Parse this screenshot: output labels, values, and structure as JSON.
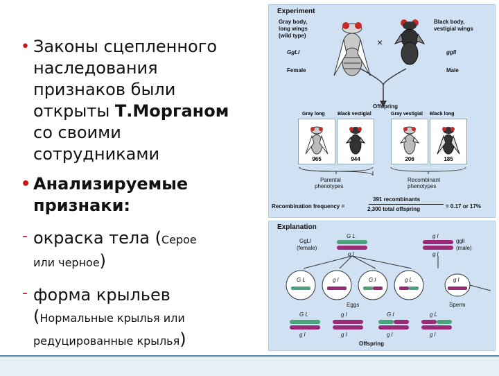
{
  "left": {
    "b1_line1": "Законы сцепленного",
    "b1_line2": "наследования",
    "b1_line3": "признаков были",
    "b1_line4a": "открыты ",
    "b1_line4b": "Т.Морганом",
    "b1_line5": "со своими",
    "b1_line6": "сотрудниками",
    "b2_line1": "Анализируемые",
    "b2_line2": "признаки:",
    "d1_main": "окраска тела (",
    "d1_small1": "Серое",
    "d1_small2": "или черное",
    "d1_close": ")",
    "d2_main": "форма крыльев",
    "d2_open": "(",
    "d2_small1": "Нормальные крылья или",
    "d2_small2": "редуцированные крылья",
    "d2_close": ")"
  },
  "experiment": {
    "title": "Experiment",
    "p1_l1": "Gray body,",
    "p1_l2": "long wings",
    "p1_l3": "(wild type)",
    "p2_l1": "Black body,",
    "p2_l2": "vestigial wings",
    "p1_geno": "GgLl",
    "p2_geno": "ggll",
    "cross": "×",
    "female": "Female",
    "male": "Male",
    "offspring": "Offspring",
    "c1": "Gray long",
    "c2": "Black vestigial",
    "c3": "Gray vestigial",
    "c4": "Black long",
    "n1": "965",
    "n2": "944",
    "n3": "206",
    "n4": "185",
    "parental_l1": "Parental",
    "parental_l2": "phenotypes",
    "recomb_l1": "Recombinant",
    "recomb_l2": "phenotypes",
    "rf_label": "Recombination frequency =",
    "rf_num": "391 recombinants",
    "rf_den": "2,300 total offspring",
    "rf_result": "= 0.17 or 17%"
  },
  "explanation": {
    "title": "Explanation",
    "gl_top": "G L",
    "gl_bot": "g l",
    "female_geno": "GgLl",
    "female_sex": "(female)",
    "male_top": "g l",
    "male_bot": "g l",
    "male_geno": "ggll",
    "male_sex": "(male)",
    "e1": "G L",
    "e2": "g l",
    "e3": "G l",
    "e4": "g L",
    "s1": "g l",
    "eggs": "Eggs",
    "sperm": "Sperm",
    "o1_top": "G L",
    "o1_bot": "g l",
    "o2_top": "g l",
    "o2_bot": "g l",
    "o3_top": "G l",
    "o3_bot": "g l",
    "o4_top": "g L",
    "o4_bot": "g l",
    "offspring": "Offspring"
  },
  "colors": {
    "bullet": "#cc1111",
    "panel": "#cfe1f2",
    "chromo_green": "#4aa37a",
    "chromo_purple": "#9a2a78"
  }
}
